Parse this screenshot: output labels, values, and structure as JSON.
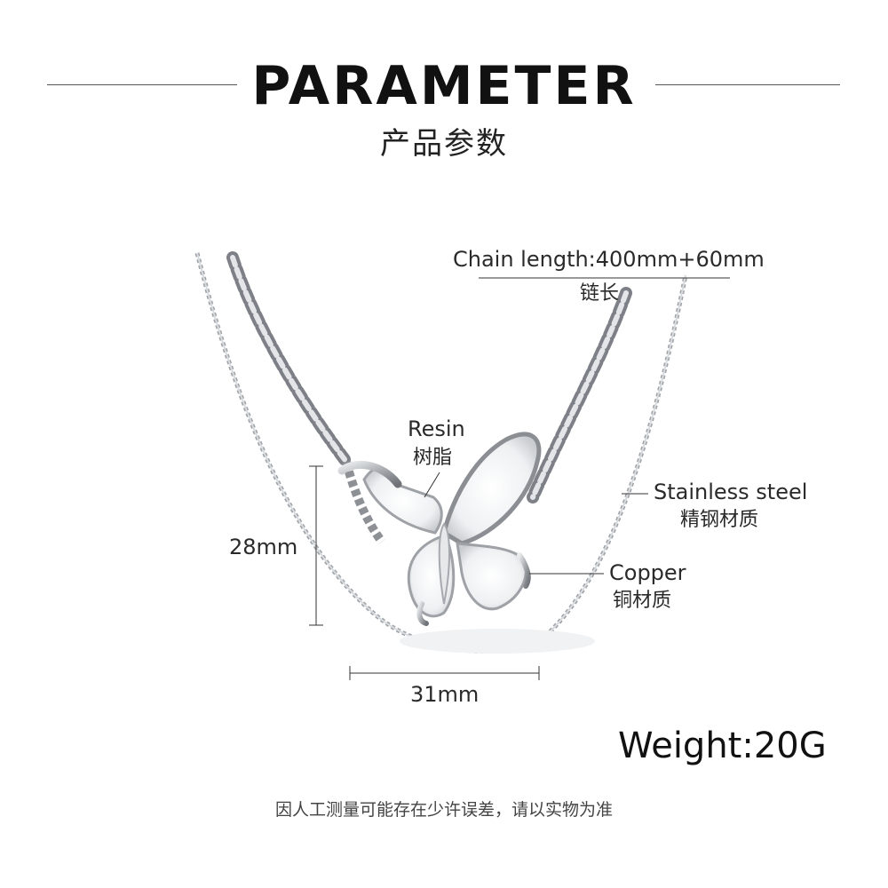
{
  "header": {
    "title": "PARAMETER",
    "subtitle": "产品参数"
  },
  "labels": {
    "chain_length_en": "Chain length:400mm+60mm",
    "chain_length_cn": "链长",
    "resin_en": "Resin",
    "resin_cn": "树脂",
    "stainless_en": "Stainless steel",
    "stainless_cn": "精钢材质",
    "copper_en": "Copper",
    "copper_cn": "铜材质",
    "height": "28mm",
    "width": "31mm",
    "weight": "Weight:20G"
  },
  "footer": {
    "disclaimer": "因人工测量可能存在少许误差，请以实物为准"
  },
  "colors": {
    "silver": "#b9bcc0",
    "silver_dark": "#7d8187",
    "pendant": "#f2f3f4"
  }
}
